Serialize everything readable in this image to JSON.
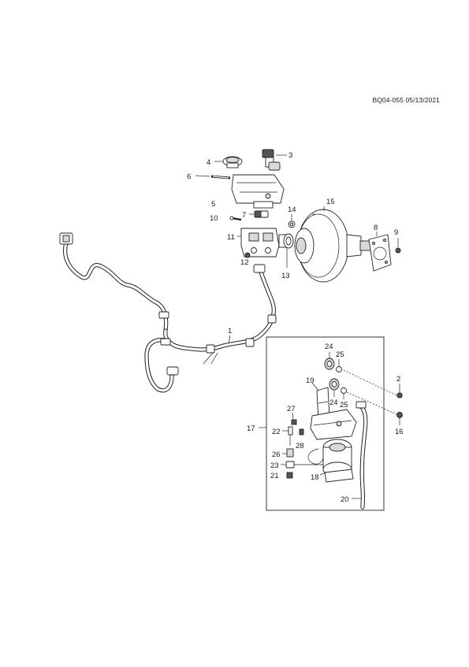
{
  "document_ref": "BQ04-055 05/13/2021",
  "callouts": {
    "c1": "1",
    "c2": "2",
    "c3": "3",
    "c4": "4",
    "c5": "5",
    "c6": "6",
    "c7": "7",
    "c8": "8",
    "c9": "9",
    "c10": "10",
    "c11": "11",
    "c12": "12",
    "c13": "13",
    "c14": "14",
    "c15": "15",
    "c16": "16",
    "c17": "17",
    "c18": "18",
    "c19": "19",
    "c20": "20",
    "c21": "21",
    "c22": "22",
    "c23": "23",
    "c24a": "24",
    "c24b": "24",
    "c25a": "25",
    "c25b": "25",
    "c26": "26",
    "c27": "27",
    "c28": "28"
  }
}
